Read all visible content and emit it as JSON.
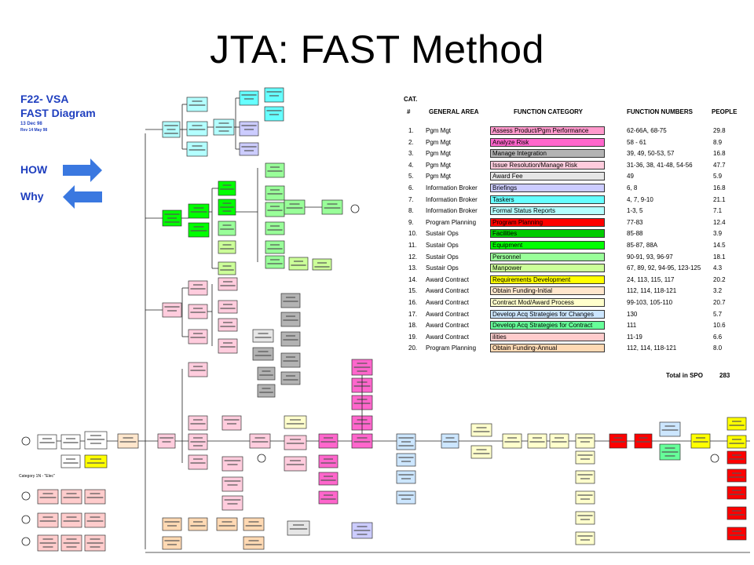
{
  "slide": {
    "title": "JTA: FAST Method"
  },
  "legend": {
    "title_1": "F22- VSA",
    "title_2": "FAST Diagram",
    "date_1": "13 Dec 98",
    "date_2": "Rev 14 May 98",
    "how": "HOW",
    "why": "Why",
    "category_label": "Category 1N - \"Elec\""
  },
  "table": {
    "headers": {
      "cat": "CAT.",
      "num": "#",
      "area": "GENERAL AREA",
      "category": "FUNCTION CATEGORY",
      "numbers": "FUNCTION NUMBERS",
      "people": "PEOPLE"
    },
    "rows": [
      {
        "n": "1.",
        "area": "Pgm Mgt",
        "category": "Assess Product/Pgm Performance",
        "numbers": "62-66A, 68-75",
        "people": "29.8",
        "color": "#ff99cc"
      },
      {
        "n": "2.",
        "area": "Pgm Mgt",
        "category": "Analyze Risk",
        "numbers": "58 - 61",
        "people": "8.9",
        "color": "#ff66cc"
      },
      {
        "n": "3.",
        "area": "Pgm Mgt",
        "category": "Manage Integration",
        "numbers": "39, 49, 50-53, 57",
        "people": "16.8",
        "color": "#b3b3b3"
      },
      {
        "n": "4.",
        "area": "Pgm Mgt",
        "category": "Issue Resolution/Manage Risk",
        "numbers": "31-36, 38, 41-48, 54-56",
        "people": "47.7",
        "color": "#ffccdd"
      },
      {
        "n": "5.",
        "area": "Pgm Mgt",
        "category": "Award Fee",
        "numbers": "49",
        "people": "5.9",
        "color": "#e6e6e6"
      },
      {
        "n": "6.",
        "area": "Information Broker",
        "category": "Briefings",
        "numbers": "6, 8",
        "people": "16.8",
        "color": "#ccccff"
      },
      {
        "n": "7.",
        "area": "Information Broker",
        "category": "Taskers",
        "numbers": "4, 7, 9-10",
        "people": "21.1",
        "color": "#66ffff"
      },
      {
        "n": "8.",
        "area": "Information Broker",
        "category": "Formal Status Reports",
        "numbers": "1-3, 5",
        "people": "7.1",
        "color": "#b3ffff"
      },
      {
        "n": "9.",
        "area": "Program Planning",
        "category": "Program Planning",
        "numbers": "77-83",
        "people": "12.4",
        "color": "#ff0000"
      },
      {
        "n": "10.",
        "area": "Sustair Ops",
        "category": "Facilities",
        "numbers": "85-88",
        "people": "3.9",
        "color": "#00cc00"
      },
      {
        "n": "11.",
        "area": "Sustair Ops",
        "category": "Equipment",
        "numbers": "85-87, 88A",
        "people": "14.5",
        "color": "#00ff00"
      },
      {
        "n": "12.",
        "area": "Sustair Ops",
        "category": "Personnel",
        "numbers": "90-91, 93, 96-97",
        "people": "18.1",
        "color": "#99ff99"
      },
      {
        "n": "13.",
        "area": "Sustair Ops",
        "category": "Manpower",
        "numbers": "67, 89, 92, 94-95, 123-125",
        "people": "4.3",
        "color": "#ccff99"
      },
      {
        "n": "14.",
        "area": "Award Contract",
        "category": "Requirements Development",
        "numbers": "24, 113, 115, 117",
        "people": "20.2",
        "color": "#ffff00"
      },
      {
        "n": "15.",
        "area": "Award Contract",
        "category": "Obtain Funding-Initial",
        "numbers": "112, 114, 118-121",
        "people": "3.2",
        "color": "#ffe6cc"
      },
      {
        "n": "16.",
        "area": "Award Contract",
        "category": "Contract Mod/Award Process",
        "numbers": "99-103, 105-110",
        "people": "20.7",
        "color": "#ffffcc"
      },
      {
        "n": "17.",
        "area": "Award Contract",
        "category": "Develop Acq Strategies for Changes",
        "numbers": "130",
        "people": "5.7",
        "color": "#cce6ff"
      },
      {
        "n": "18.",
        "area": "Award Contract",
        "category": "Develop Acq Strategies for Contract",
        "numbers": "111",
        "people": "10.6",
        "color": "#66ff99"
      },
      {
        "n": "19.",
        "area": "Award Contract",
        "category": "ilities",
        "numbers": "11-19",
        "people": "6.6",
        "color": "#ffcccc"
      },
      {
        "n": "20.",
        "area": "Program Planning",
        "category": "Obtain Funding-Annual",
        "numbers": "112, 114, 118-121",
        "people": "8.0",
        "color": "#ffd9b3"
      }
    ],
    "total_label": "Total in SPO",
    "total_value": "283"
  },
  "colors": {
    "arrow": "#3a78e0",
    "legend_text": "#1f3fbf"
  }
}
